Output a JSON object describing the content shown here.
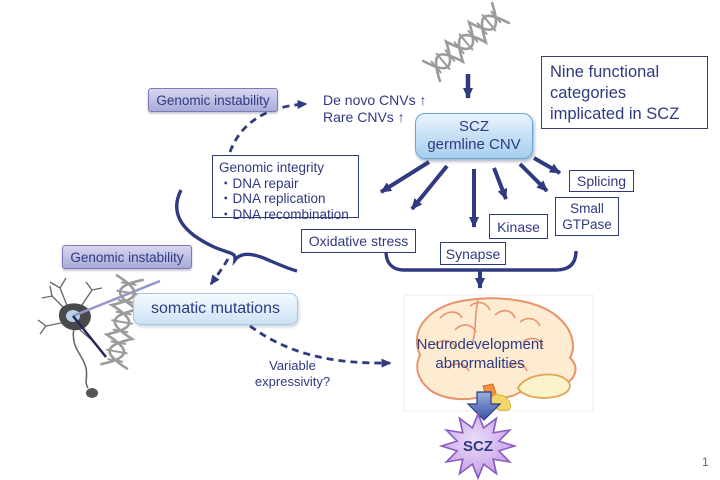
{
  "header_note": {
    "lines": [
      "Nine functional",
      "categories",
      "implicated in SCZ"
    ]
  },
  "tags": {
    "genomic_instability_top": "Genomic instability",
    "genomic_instability_bottom": "Genomic instability"
  },
  "cnv_effects": {
    "line1": "De novo CNVs ↑",
    "line2": "Rare CNVs ↑"
  },
  "scz_germline_node": {
    "line1": "SCZ",
    "line2": "germline CNV"
  },
  "genomic_integrity": {
    "title": "Genomic integrity",
    "bullet": "・",
    "items": [
      "DNA repair",
      "DNA replication",
      "DNA recombination"
    ]
  },
  "categories": {
    "oxidative": "Oxidative stress",
    "synapse": "Synapse",
    "kinase": "Kinase",
    "small_gtpase_line1": "Small",
    "small_gtpase_line2": "GTPase",
    "splicing": "Splicing"
  },
  "somatic_node": {
    "label": "somatic mutations"
  },
  "variable_expressivity": {
    "line1": "Variable",
    "line2": "expressivity?"
  },
  "neurodevelopment": {
    "line1": "Neurodevelopment",
    "line2": "abnormalities"
  },
  "outcome": {
    "label": "SCZ"
  },
  "page": {
    "number": "1"
  },
  "icons": {
    "dna_top": "dna-helix",
    "dna_left": "dna-helix",
    "neuron": "neuron-cell",
    "brain": "brain-illustration",
    "block_arrow": "down-block-arrow",
    "starburst": "starburst-shape"
  },
  "colors": {
    "ink": "#2f3a80",
    "lavender": "#b9badf",
    "node_blue": "#b5d6f2",
    "star_purple": "#c9a4e9",
    "brain_fill": "#fdecd2",
    "brain_line": "#e8936a",
    "dna_gray": "#9b9b9b"
  }
}
